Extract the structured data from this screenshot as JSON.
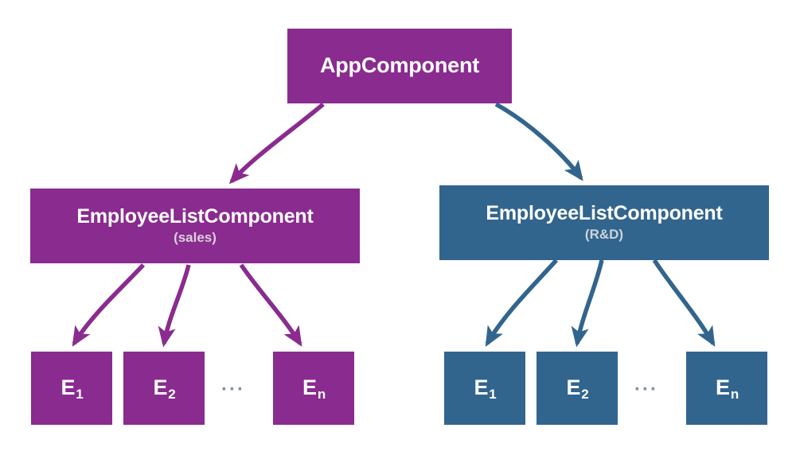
{
  "diagram": {
    "title": "Angular component tree with two EmployeeListComponent instances",
    "colors": {
      "purple": "#8a2b8f",
      "blue": "#32658e",
      "text": "#ffffff",
      "subtitle_purple": "#d9d2dd",
      "subtitle_blue": "#ccd4da",
      "ellipsis": "#7d8fa3",
      "background": "#ffffff"
    },
    "root": {
      "label": "AppComponent",
      "color": "purple"
    },
    "branches": [
      {
        "id": "sales",
        "color": "purple",
        "label": "EmployeeListComponent",
        "subtitle": "(sales)",
        "ellipsis": "···",
        "leaves": [
          {
            "base": "E",
            "sub": "1"
          },
          {
            "base": "E",
            "sub": "2"
          },
          {
            "base": "E",
            "sub": "n"
          }
        ]
      },
      {
        "id": "rnd",
        "color": "blue",
        "label": "EmployeeListComponent",
        "subtitle": "(R&D)",
        "ellipsis": "···",
        "leaves": [
          {
            "base": "E",
            "sub": "1"
          },
          {
            "base": "E",
            "sub": "2"
          },
          {
            "base": "E",
            "sub": "n"
          }
        ]
      }
    ],
    "edges": [
      {
        "from": "AppComponent",
        "to": "EmployeeListComponent (sales)",
        "color": "purple"
      },
      {
        "from": "AppComponent",
        "to": "EmployeeListComponent (R&D)",
        "color": "blue"
      },
      {
        "from": "EmployeeListComponent (sales)",
        "to": "E1",
        "color": "purple"
      },
      {
        "from": "EmployeeListComponent (sales)",
        "to": "E2",
        "color": "purple"
      },
      {
        "from": "EmployeeListComponent (sales)",
        "to": "En",
        "color": "purple"
      },
      {
        "from": "EmployeeListComponent (R&D)",
        "to": "E1",
        "color": "blue"
      },
      {
        "from": "EmployeeListComponent (R&D)",
        "to": "E2",
        "color": "blue"
      },
      {
        "from": "EmployeeListComponent (R&D)",
        "to": "En",
        "color": "blue"
      }
    ]
  }
}
